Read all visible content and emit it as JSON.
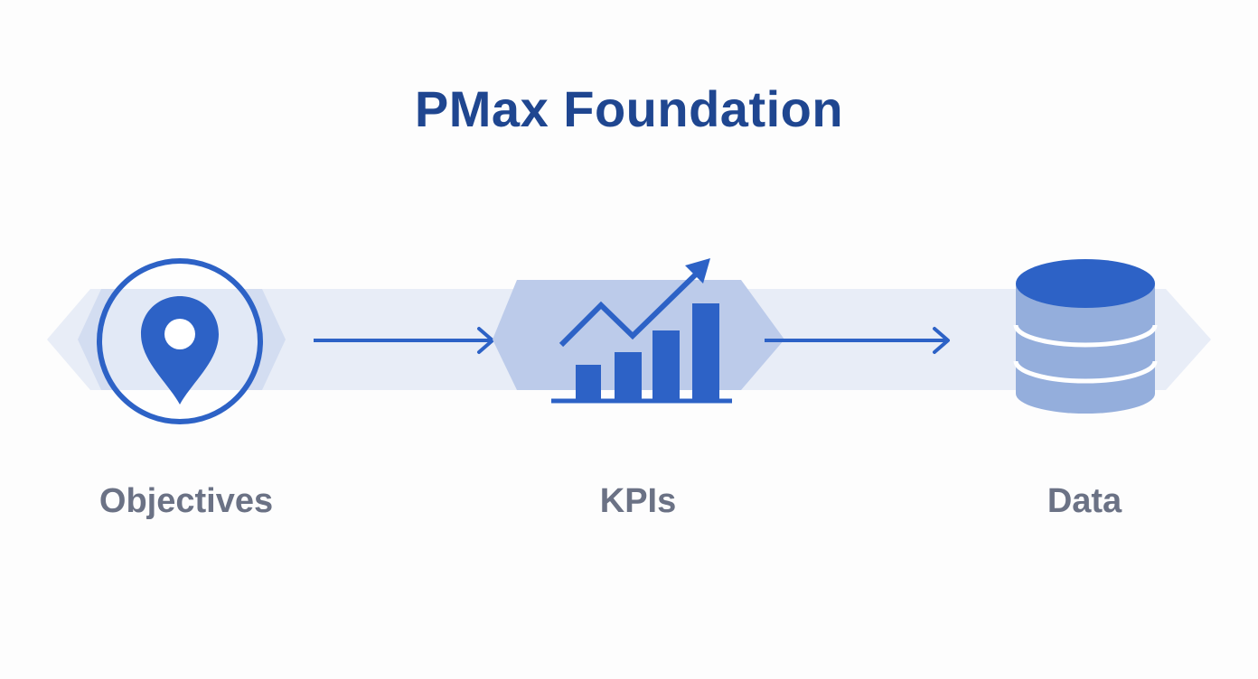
{
  "title": "PMax Foundation",
  "steps": [
    {
      "label": "Objectives",
      "icon": "map-pin-icon"
    },
    {
      "label": "KPIs",
      "icon": "growth-chart-icon"
    },
    {
      "label": "Data",
      "icon": "database-icon"
    }
  ],
  "colors": {
    "primary": "#2d62c6",
    "title": "#1f4690",
    "label": "#6b7285",
    "band": "#e8edf7",
    "band_dark": "#bccbea",
    "database_light": "#94aedc"
  }
}
